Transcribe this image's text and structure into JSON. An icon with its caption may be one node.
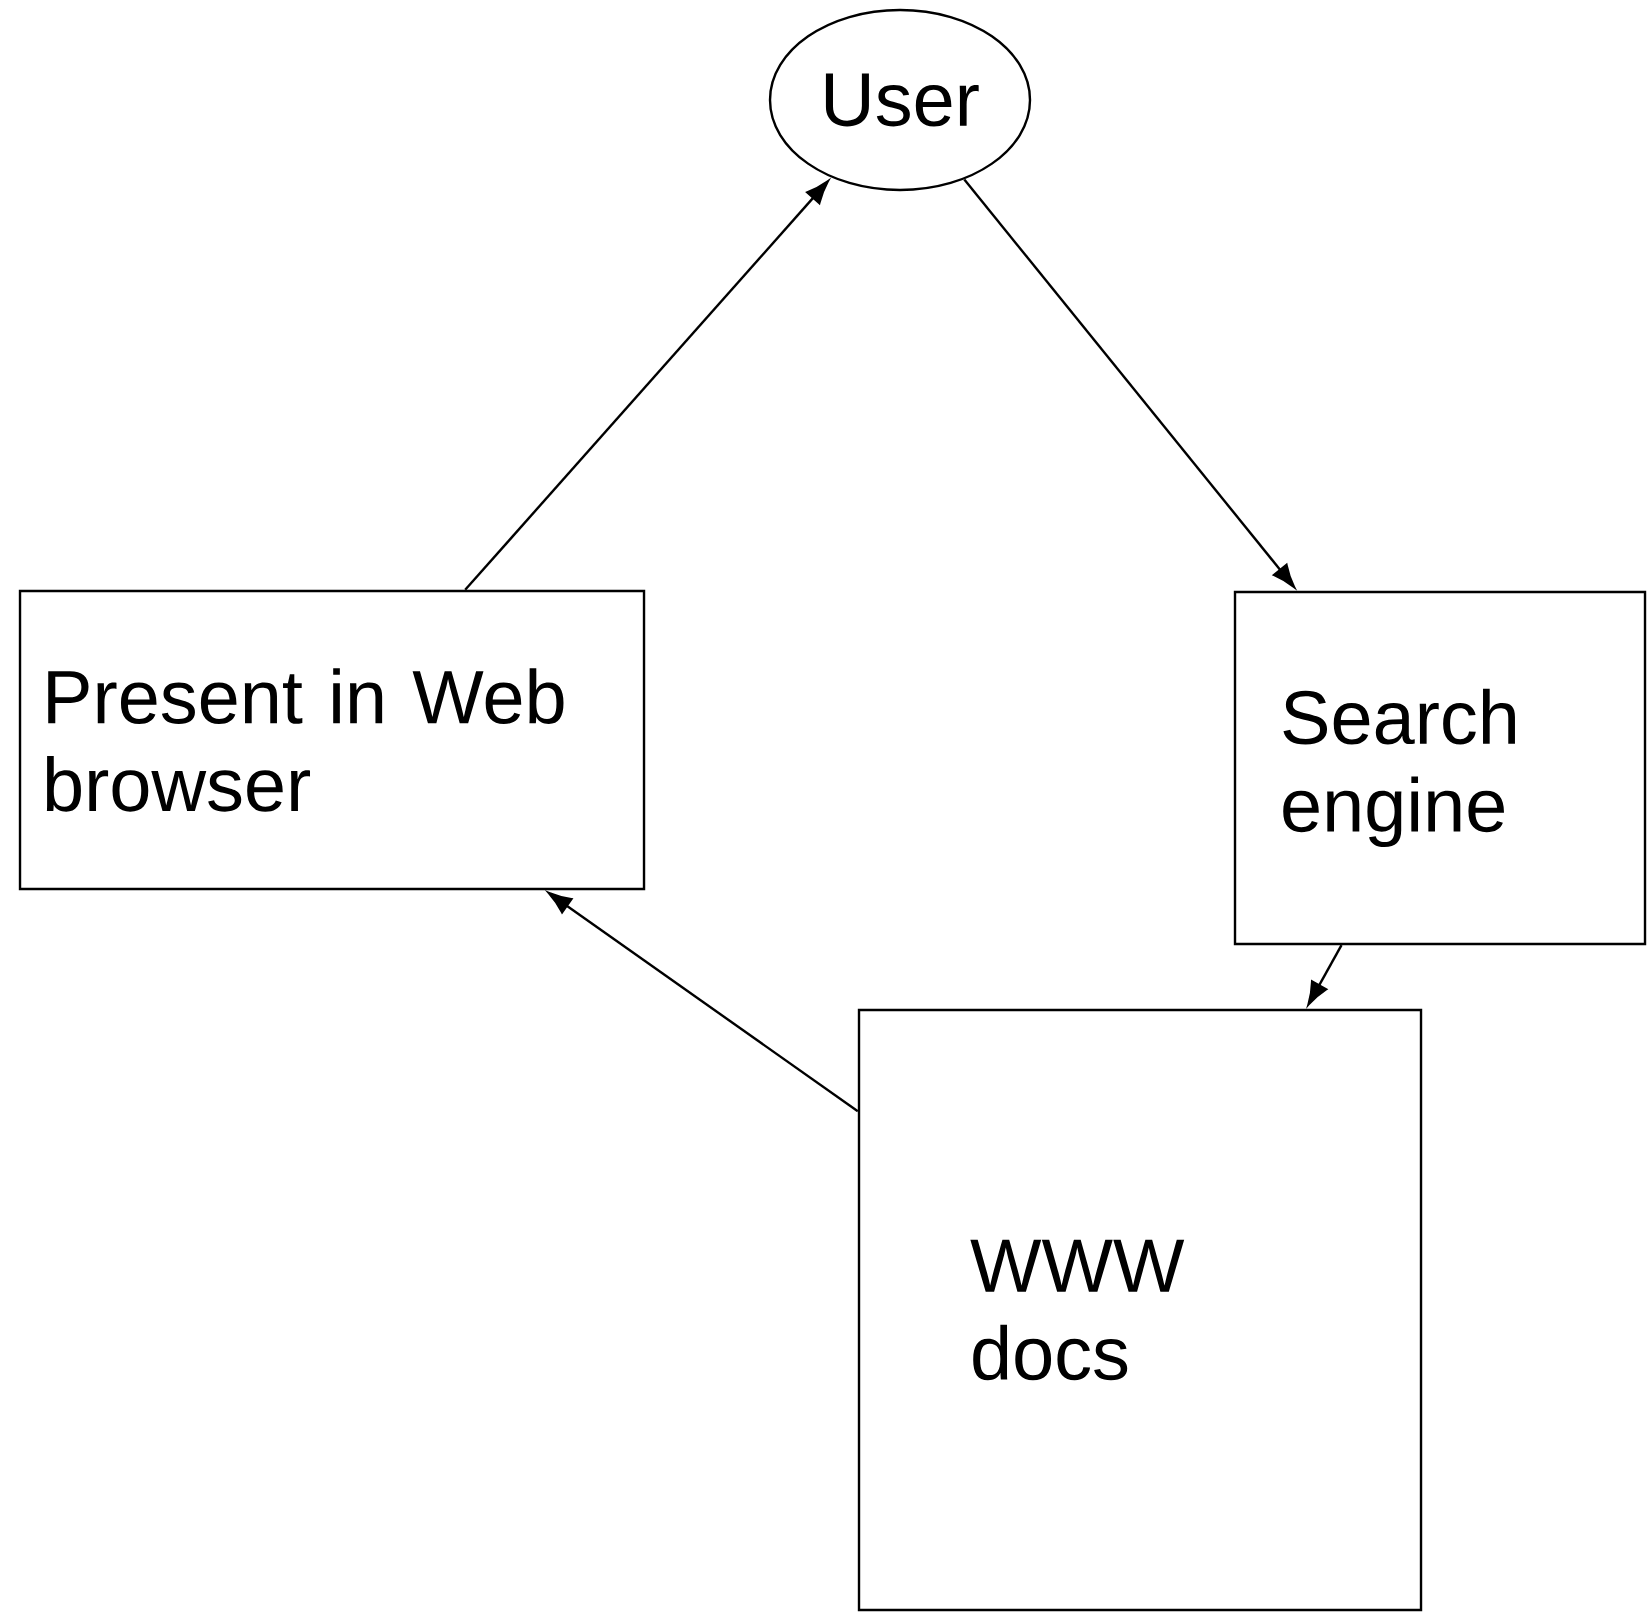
{
  "diagram": {
    "nodes": [
      {
        "text": [
          "User"
        ]
      },
      {
        "text": [
          "Search engine"
        ]
      },
      {
        "text": [
          "WWW docs"
        ]
      },
      {
        "text": [
          "Present in Web browser"
        ]
      }
    ],
    "edges": [
      {
        "from": 0,
        "to": 1,
        "arrow": "to"
      },
      {
        "from": 1,
        "to": 2,
        "arrow": "to"
      },
      {
        "from": 2,
        "to": 3,
        "arrow": "to"
      },
      {
        "from": 3,
        "to": 0,
        "arrow": "to"
      }
    ]
  }
}
